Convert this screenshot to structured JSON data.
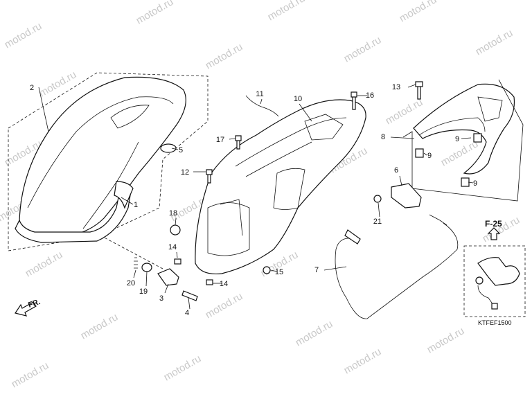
{
  "watermark": "motod.ru",
  "callouts": [
    "1",
    "2",
    "3",
    "4",
    "5",
    "6",
    "7",
    "8",
    "9",
    "9",
    "9",
    "10",
    "11",
    "12",
    "13",
    "14",
    "14",
    "15",
    "16",
    "17",
    "18",
    "19",
    "20",
    "21"
  ],
  "reference": "F-25",
  "diagram_code": "KTFEF1500",
  "direction_label": "FR."
}
